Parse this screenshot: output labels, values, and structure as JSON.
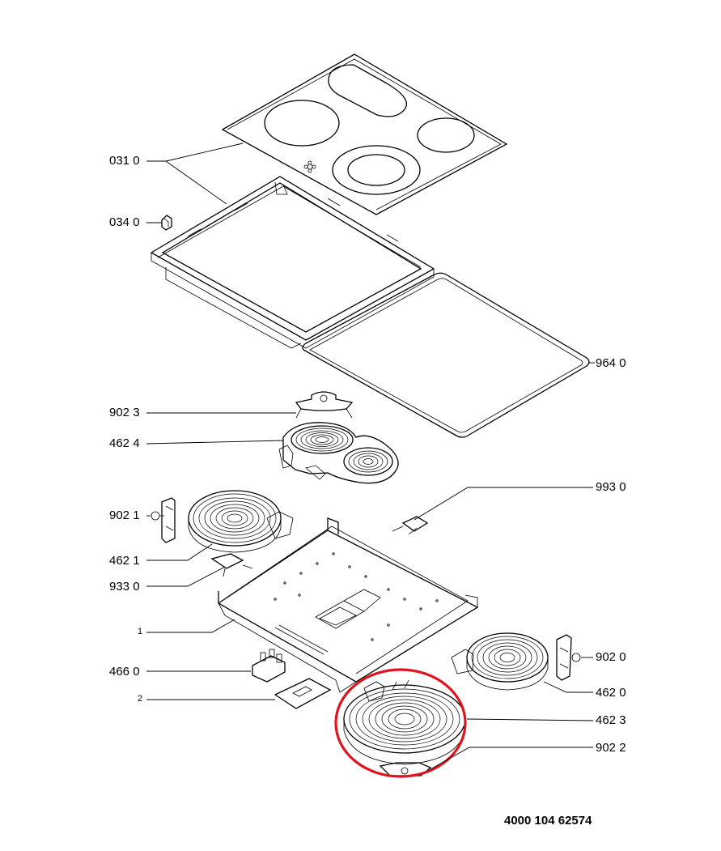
{
  "labels": {
    "l031": "031 0",
    "l034": "034 0",
    "l964": "964 0",
    "l9023": "902 3",
    "l4624": "462 4",
    "l993": "993 0",
    "l9021": "902 1",
    "l4621": "462 1",
    "l933": "933 0",
    "l1": "1",
    "l466": "466 0",
    "l2": "2",
    "l9020": "902 0",
    "l4620": "462 0",
    "l4623": "462 3",
    "l9022": "902 2"
  },
  "document_number": "4000 104 62574",
  "colors": {
    "highlight": "#e0141e",
    "line": "#000000"
  }
}
